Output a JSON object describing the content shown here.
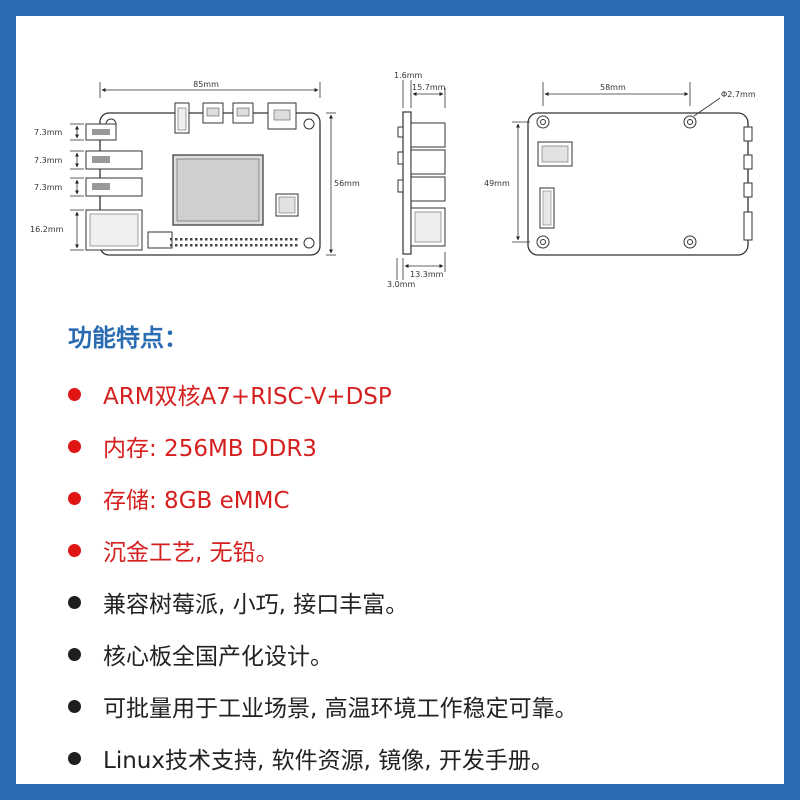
{
  "colors": {
    "frame": "#2a6cb2",
    "title": "#2a6cb2",
    "highlight": "#d61f1f",
    "text": "#222222"
  },
  "dimensions": {
    "width_85": "85mm",
    "height_56": "56mm",
    "port_1": "7.3mm",
    "port_2": "7.3mm",
    "port_3": "7.3mm",
    "ethernet": "16.2mm",
    "side_top": "1.6mm",
    "side_width": "15.7mm",
    "side_bottom": "13.3mm",
    "side_thickness": "3.0mm",
    "width_58": "58mm",
    "height_49": "49mm",
    "hole": "Φ2.7mm"
  },
  "features": {
    "title": "功能特点：",
    "items": [
      {
        "text": "ARM双核A7+RISC-V+DSP",
        "highlight": true
      },
      {
        "text": "内存: 256MB DDR3",
        "highlight": true
      },
      {
        "text": "存储: 8GB eMMC",
        "highlight": true
      },
      {
        "text": "沉金工艺, 无铅。",
        "highlight": true
      },
      {
        "text": "兼容树莓派, 小巧, 接口丰富。",
        "highlight": false
      },
      {
        "text": "核心板全国产化设计。",
        "highlight": false
      },
      {
        "text": "可批量用于工业场景, 高温环境工作稳定可靠。",
        "highlight": false
      },
      {
        "text": "Linux技术支持, 软件资源, 镜像, 开发手册。",
        "highlight": false
      }
    ]
  }
}
